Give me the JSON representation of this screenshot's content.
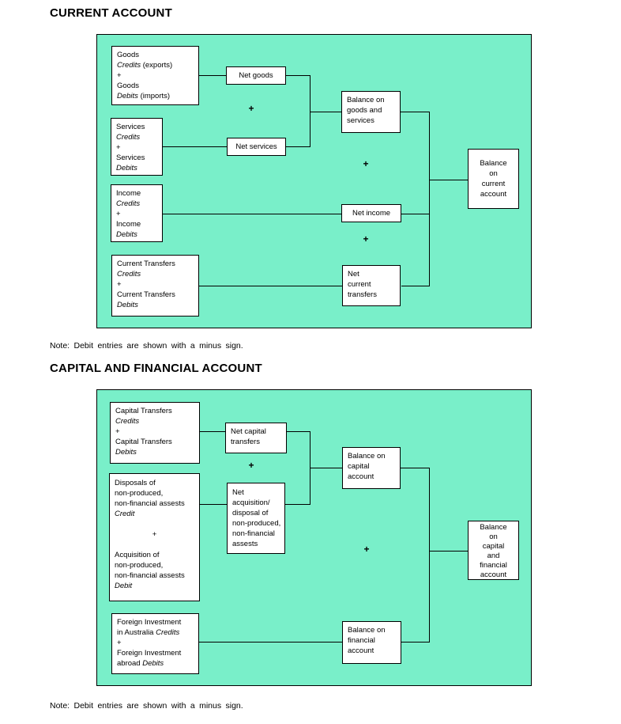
{
  "colors": {
    "diagram_bg": "#79EFC9",
    "box_bg": "#FFFFFF",
    "line": "#000000",
    "text": "#000000"
  },
  "plus_sign": "+",
  "section1": {
    "title": "CURRENT ACCOUNT",
    "note": "Note: Debit entries are shown with a minus sign.",
    "goods_box": {
      "line1": "Goods",
      "line2_italic": "Credits",
      "line2_rest": " (exports)",
      "line3": "+",
      "line4": "Goods",
      "line5_italic": "Debits",
      "line5_rest": " (imports)"
    },
    "net_goods_box": "Net goods",
    "services_box": {
      "line1": "Services",
      "line2": "Credits",
      "line3": "+",
      "line4": "Services",
      "line5": "Debits"
    },
    "net_services_box": "Net services",
    "income_box": {
      "line1": "Income",
      "line2": "Credits",
      "line3": "+",
      "line4": "Income",
      "line5": "Debits"
    },
    "net_income_box": "Net income",
    "balance_goods_services_box": {
      "line1": "Balance on",
      "line2": "goods and",
      "line3": "services"
    },
    "balance_current_account_box": {
      "line1": "Balance",
      "line2": "on",
      "line3": "current",
      "line4": "account"
    },
    "current_transfers_box": {
      "line1": "Current Transfers",
      "line2": "Credits",
      "line3": "+",
      "line4": "Current Transfers",
      "line5": "Debits"
    },
    "net_current_transfers_box": {
      "line1": "Net",
      "line2": "current",
      "line3": "transfers"
    }
  },
  "section2": {
    "title": "CAPITAL AND FINANCIAL ACCOUNT",
    "note": "Note: Debit entries are shown with a minus sign.",
    "capital_transfers_box": {
      "line1": "Capital Transfers",
      "line2": "Credits",
      "line3": "+",
      "line4": "Capital Transfers",
      "line5": "Debits"
    },
    "net_capital_transfers_box": {
      "line1": "Net capital",
      "line2": "transfers"
    },
    "disposals_box": {
      "line1": "Disposals of",
      "line2": "non-produced,",
      "line3": "non-financial assests",
      "line4": "Credit",
      "line5": "+",
      "line6": "Acquisition of",
      "line7": "non-produced,",
      "line8": "non-financial assests",
      "line9": "Debit"
    },
    "net_acquisition_box": {
      "line1": "Net",
      "line2": "acquisition/",
      "line3": "disposal of",
      "line4": "non-produced,",
      "line5": "non-financial",
      "line6": "assests"
    },
    "balance_capital_account_box": {
      "line1": "Balance on",
      "line2": "capital",
      "line3": "account"
    },
    "balance_capital_financial_box": {
      "line1": "Balance",
      "line2": "on",
      "line3": "capital",
      "line4": "and",
      "line5": "financial",
      "line6": "account"
    },
    "foreign_investment_box": {
      "line1": "Foreign Investment",
      "line2_rest": "in Australia ",
      "line2_italic": "Credits",
      "line3": "+",
      "line4": "Foreign Investment",
      "line5_rest": "abroad ",
      "line5_italic": "Debits"
    },
    "balance_financial_account_box": {
      "line1": "Balance on",
      "line2": "financial",
      "line3": "account"
    }
  }
}
